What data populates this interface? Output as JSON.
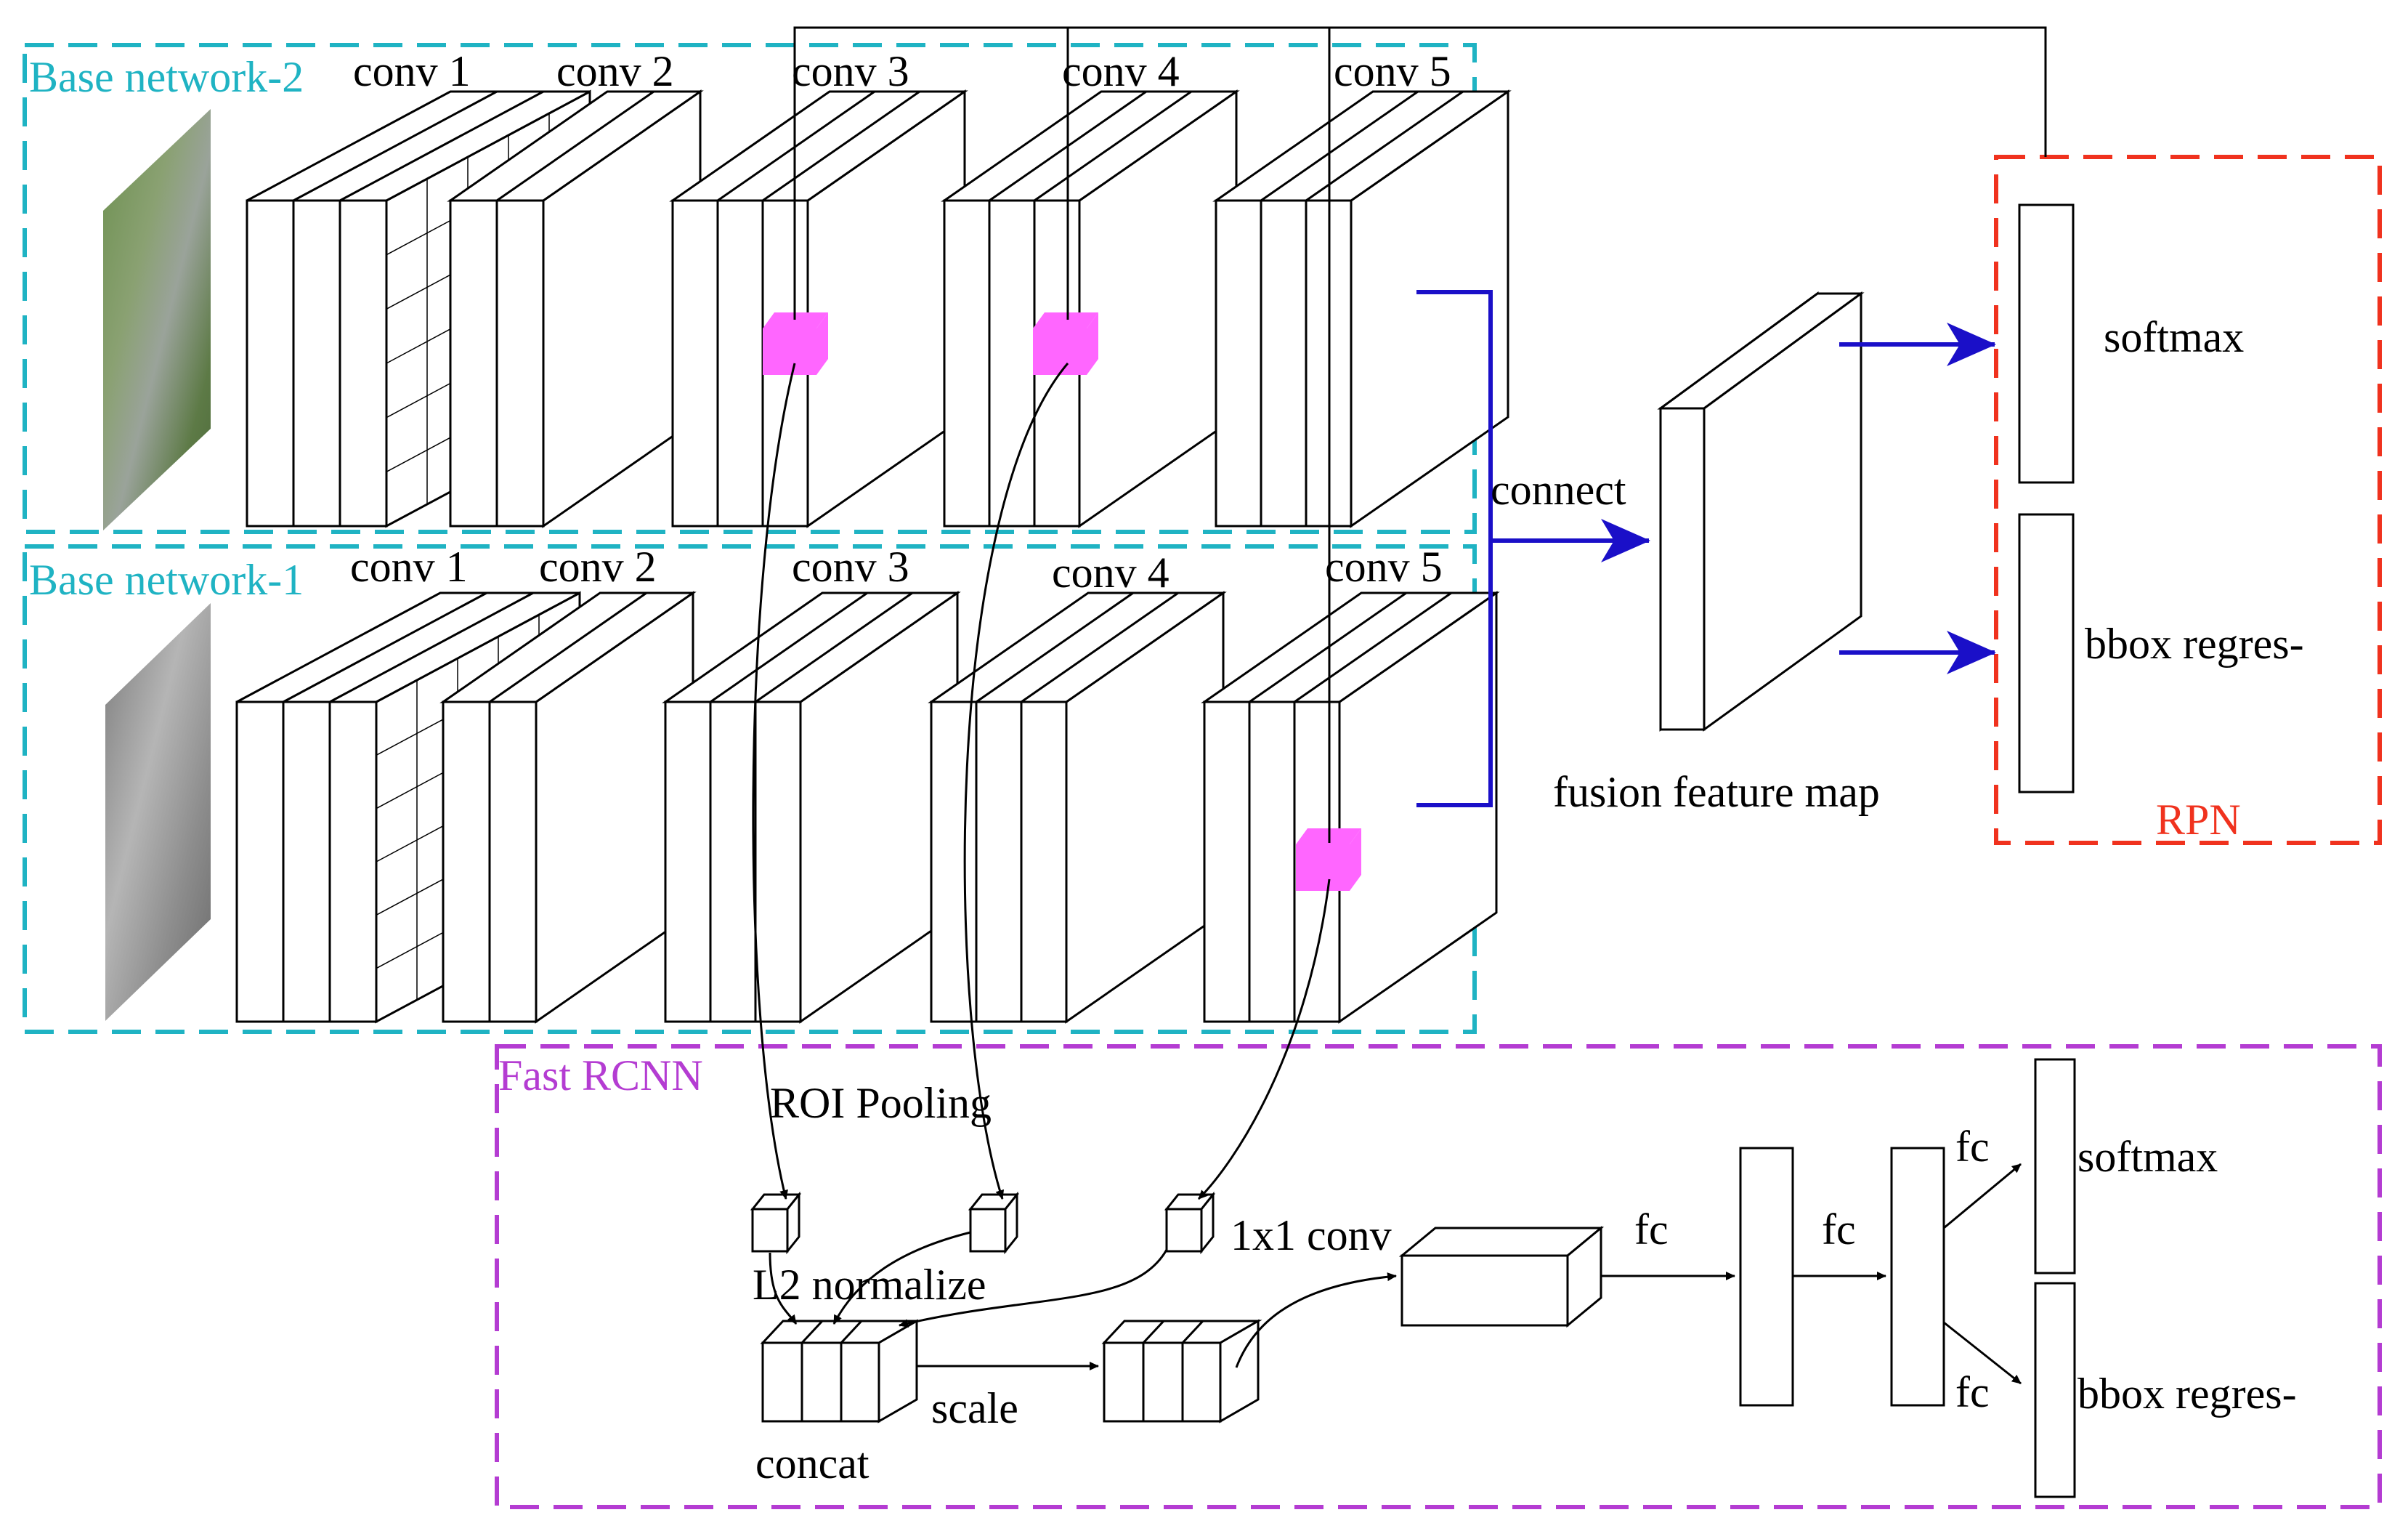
{
  "colors": {
    "cyan_frame": "#1fb3c3",
    "red_frame": "#f0321e",
    "purple_frame": "#b43cd2",
    "blue_arrow": "#1a0fc8",
    "roi_patch": "#ff66ff",
    "line": "#000000"
  },
  "base_network_2": {
    "title": "Base network-2",
    "conv_labels": [
      "conv 1",
      "conv 2",
      "conv 3",
      "conv 4",
      "conv 5"
    ]
  },
  "base_network_1": {
    "title": "Base network-1",
    "conv_labels": [
      "conv 1",
      "conv 2",
      "conv 3",
      "conv 4",
      "conv 5"
    ]
  },
  "fusion": {
    "connect_label": "connect",
    "map_label": "fusion feature map"
  },
  "rpn": {
    "title": "RPN",
    "softmax_label": "softmax",
    "bbox_label": "bbox regres-"
  },
  "fast_rcnn": {
    "title": "Fast RCNN",
    "roi_pooling_label": "ROI Pooling",
    "l2_normalize_label": "L2 normalize",
    "concat_label": "concat",
    "scale_label": "scale",
    "conv1x1_label": "1x1 conv",
    "fc_labels": [
      "fc",
      "fc",
      "fc",
      "fc"
    ],
    "softmax_label": "softmax",
    "bbox_label": "bbox regres-"
  }
}
